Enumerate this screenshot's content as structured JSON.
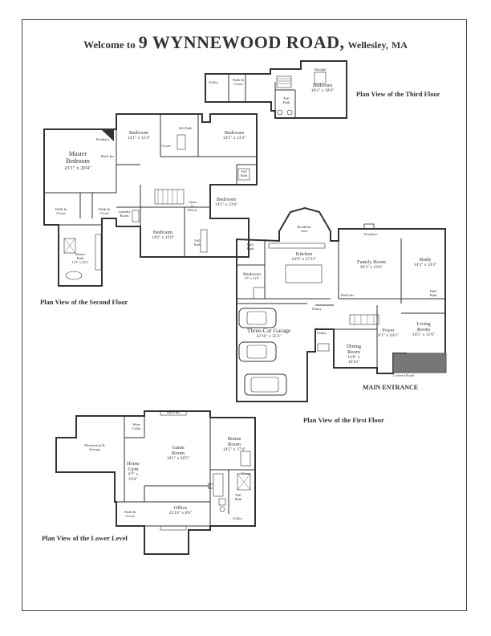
{
  "header": {
    "welcome": "Welcome to",
    "address": "9 WYNNEWOOD ROAD,",
    "town": "Wellesley,",
    "state": "MA"
  },
  "captions": {
    "third_floor": "Plan View of the Third Floor",
    "second_floor": "Plan View of the Second Floor",
    "first_floor": "Plan View of the First Floor",
    "lower_level": "Plan View of the Lower Level",
    "main_entrance": "MAIN ENTRANCE"
  },
  "third_floor": {
    "rooms": [
      {
        "name": "Utility",
        "dims": ""
      },
      {
        "name": "Walk-In Closet",
        "dims": ""
      },
      {
        "name": "Skylight",
        "dims": ""
      },
      {
        "name": "Bedroom",
        "dims": "18'2\" x 18'6\""
      },
      {
        "name": "Full Bath",
        "dims": ""
      }
    ]
  },
  "second_floor": {
    "rooms": [
      {
        "name": "Master Bedroom",
        "dims": "23'1\" x 20'4\""
      },
      {
        "name": "Bedroom",
        "dims": "14'1\" x 15'4\""
      },
      {
        "name": "Bedroom",
        "dims": "14'1\" x 13'4\""
      },
      {
        "name": "Bedroom",
        "dims": "14'5\" x 13'8\""
      },
      {
        "name": "Bedroom",
        "dims": "14'6\" x 15'8\""
      },
      {
        "name": "Master Bath",
        "dims": "12'5\" x 20'2\""
      },
      {
        "name": "Walk-In Closet",
        "dims": ""
      },
      {
        "name": "Walk-In Closet",
        "dims": ""
      },
      {
        "name": "Laundry Room",
        "dims": ""
      },
      {
        "name": "Full Bath",
        "dims": ""
      },
      {
        "name": "Full Bath",
        "dims": ""
      },
      {
        "name": "Full Bath",
        "dims": ""
      },
      {
        "name": "Fireplace",
        "dims": ""
      },
      {
        "name": "Built-Ins",
        "dims": ""
      },
      {
        "name": "Closet",
        "dims": ""
      },
      {
        "name": "Open to Below",
        "dims": ""
      }
    ]
  },
  "first_floor": {
    "rooms": [
      {
        "name": "Breakfast Area",
        "dims": ""
      },
      {
        "name": "Kitchen",
        "dims": "24'9\" x 27'11\""
      },
      {
        "name": "Family Room",
        "dims": "20'3\" x 22'6\""
      },
      {
        "name": "Study",
        "dims": "14'3\" x 14'3\""
      },
      {
        "name": "Mudroom",
        "dims": "9'7\" x 12'5\""
      },
      {
        "name": "Half Bath",
        "dims": ""
      },
      {
        "name": "Half Bath",
        "dims": ""
      },
      {
        "name": "Three-Car Garage",
        "dims": "32'10\" x 35'3\""
      },
      {
        "name": "Butler's Pantry",
        "dims": ""
      },
      {
        "name": "Pantry",
        "dims": ""
      },
      {
        "name": "Dining Room",
        "dims": "14'6\" x 16'10\""
      },
      {
        "name": "Foyer",
        "dims": "8'1\" x 18'1\""
      },
      {
        "name": "Living Room",
        "dims": "14'5\" x 15'6\""
      },
      {
        "name": "Fireplace",
        "dims": ""
      },
      {
        "name": "Built-Ins",
        "dims": ""
      },
      {
        "name": "Covered Porch",
        "dims": ""
      }
    ]
  },
  "lower_level": {
    "rooms": [
      {
        "name": "Mechanical & Storage",
        "dims": ""
      },
      {
        "name": "Wine Cellar",
        "dims": ""
      },
      {
        "name": "Game Room",
        "dims": "19'1\" x 26'5\""
      },
      {
        "name": "Bonus Room",
        "dims": "14'5\" x 17'4\""
      },
      {
        "name": "Home Gym",
        "dims": "9'7\" x 19'4\""
      },
      {
        "name": "Office",
        "dims": "25'10\" x 8'6\""
      },
      {
        "name": "Walk-In Closet",
        "dims": ""
      },
      {
        "name": "Full Bath",
        "dims": ""
      },
      {
        "name": "Utility",
        "dims": ""
      },
      {
        "name": "Wet Bar",
        "dims": ""
      },
      {
        "name": "Built-Ins",
        "dims": ""
      },
      {
        "name": "Closet",
        "dims": ""
      }
    ]
  }
}
